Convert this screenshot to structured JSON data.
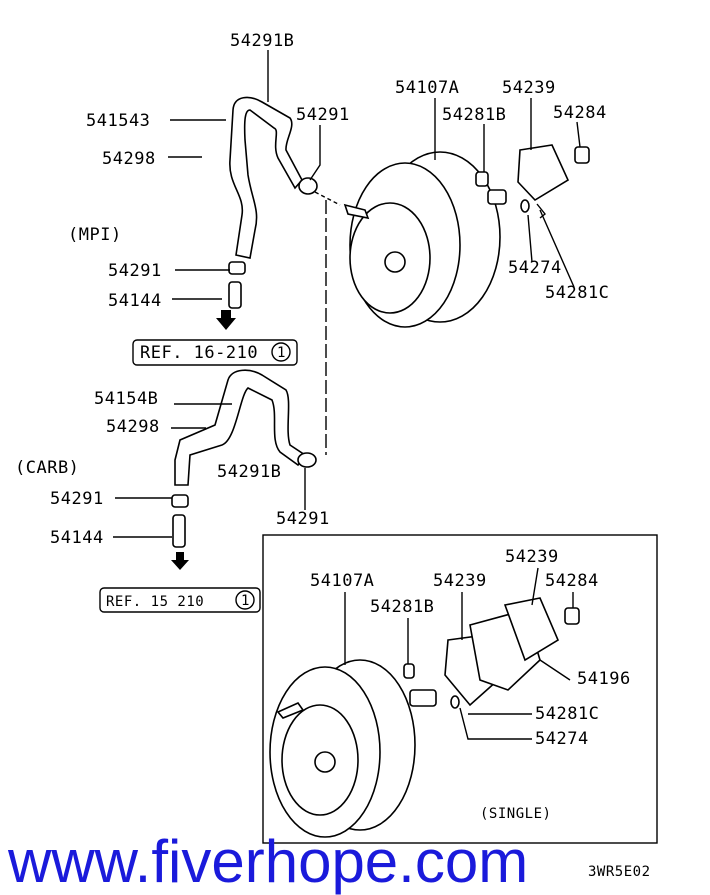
{
  "labels": {
    "mpi_hose_b": "54291B",
    "mpi_hose": "541543",
    "mpi_bolt": "54298",
    "mpi_group": "(MPI)",
    "mpi_clamp": "54291",
    "mpi_valve": "54144",
    "mpi_ref": "REF. 16-210",
    "mpi_ref_num": "1",
    "top_clamp": "54291",
    "booster": "54107A",
    "gasket": "54239",
    "pin": "54281B",
    "nut": "54284",
    "washer": "54274",
    "clip": "54281C",
    "carb_hose": "54154B",
    "carb_bolt": "54298",
    "carb_group": "(CARB)",
    "carb_hose_b": "54291B",
    "carb_clamp": "54291",
    "carb_valve": "54144",
    "carb_clamp2": "54291",
    "carb_ref": "REF. 15 210",
    "carb_ref_num": "1",
    "s_booster": "54107A",
    "s_gasket1": "54239",
    "s_gasket2": "54239",
    "s_nut": "54284",
    "s_pin": "54281B",
    "s_spacer": "54196",
    "s_clip": "54281C",
    "s_washer": "54274",
    "single_group": "(SINGLE)",
    "diagram_code": "3WR5E02"
  },
  "watermark": "www.fiverhope.com"
}
